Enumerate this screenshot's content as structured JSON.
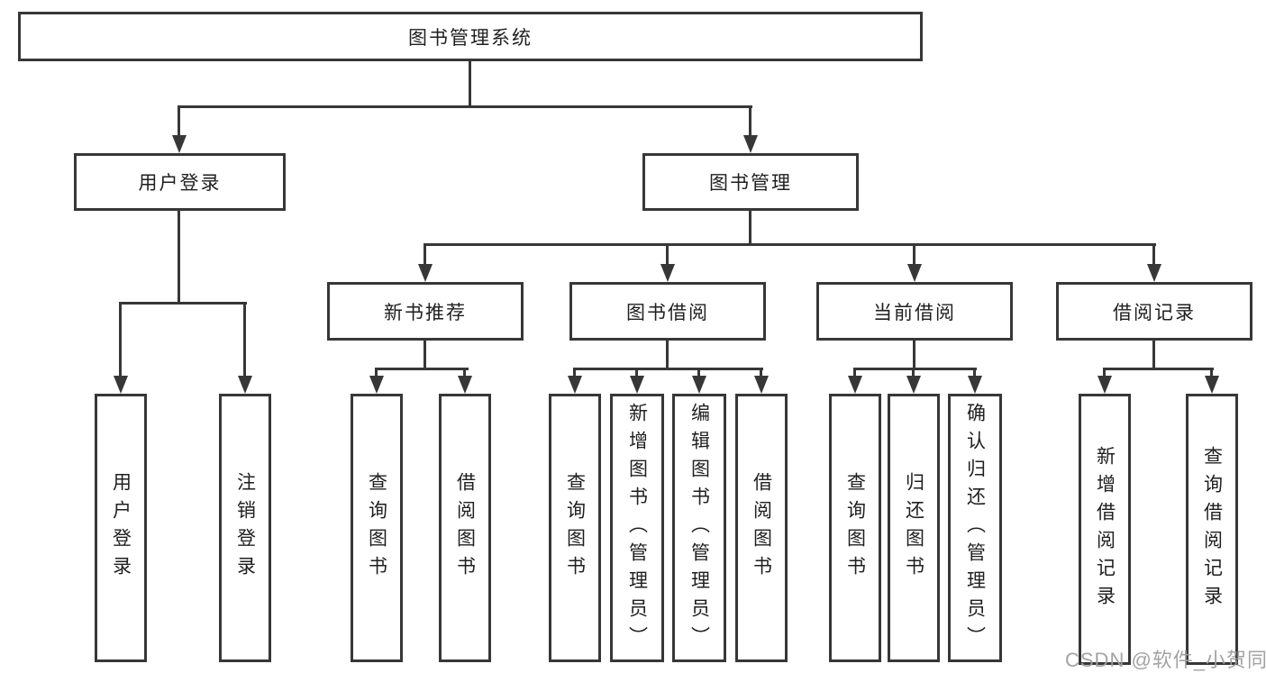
{
  "title": {
    "label": "图书管理系统"
  },
  "tree": {
    "user_login": {
      "label": "用户登录",
      "children": [
        {
          "label": "用户登录"
        },
        {
          "label": "注销登录"
        }
      ]
    },
    "book_mgmt": {
      "label": "图书管理",
      "children": [
        {
          "label": "新书推荐",
          "children": [
            {
              "label": "查询图书"
            },
            {
              "label": "借阅图书"
            }
          ]
        },
        {
          "label": "图书借阅",
          "children": [
            {
              "label": "查询图书"
            },
            {
              "label": "新增图书（管理员）"
            },
            {
              "label": "编辑图书（管理员）"
            },
            {
              "label": "借阅图书"
            }
          ]
        },
        {
          "label": "当前借阅",
          "children": [
            {
              "label": "查询图书"
            },
            {
              "label": "归还图书"
            },
            {
              "label": "确认归还（管理员）"
            }
          ]
        },
        {
          "label": "借阅记录",
          "children": [
            {
              "label": "新增借阅记录"
            },
            {
              "label": "查询借阅记录"
            }
          ]
        }
      ]
    }
  },
  "watermark": {
    "text": "CSDN @软件_小贺同学"
  },
  "colors": {
    "line": "#373737",
    "text": "#1f1f1f",
    "watermark": "#9e9e9e",
    "background": "#ffffff"
  }
}
